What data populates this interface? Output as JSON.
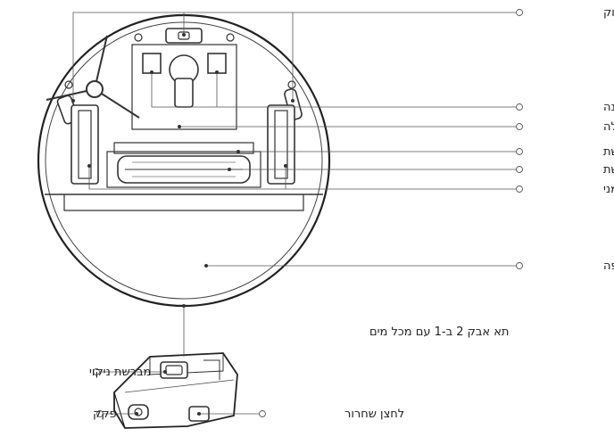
{
  "labels": {
    "cliff_sensors": "חיישני מצוק",
    "charging_contacts": "מגעי טעינה",
    "battery_compartment": "תא הסוללה",
    "brush_cover": "כיסוי מברשת",
    "brush": "מברשת",
    "wheels": "גלגל שמאלי/גלגל ימני",
    "mop_tank": "מכלול כרית שטיפה",
    "dust_bin": "תא אבק 2 ב-1 עם מכל מים",
    "cleaning_brush": "מברשת ניקוי",
    "plug": "פקק",
    "release_button": "לחצן שחרור"
  }
}
